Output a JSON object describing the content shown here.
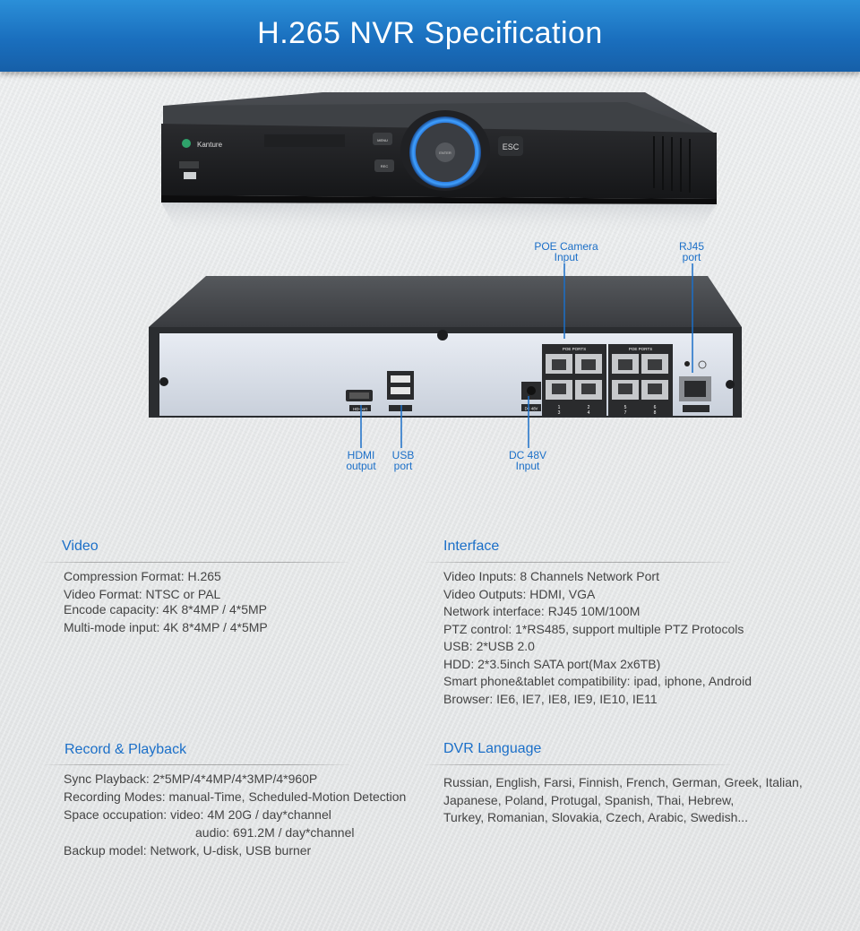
{
  "header": {
    "title": "H.265 NVR Specification"
  },
  "device": {
    "brand": "Kanture",
    "front_buttons": {
      "menu": "MENU",
      "rec": "REC",
      "enter": "ENTER",
      "esc": "ESC"
    },
    "rear_labels": {
      "poe_ports_left": "POE PORTS",
      "poe_ports_right": "POE PORTS",
      "hdmi_port": "HD-port",
      "dc": "DC 48V"
    },
    "port_numbers": [
      "1",
      "2",
      "3",
      "4",
      "5",
      "6",
      "7",
      "8"
    ]
  },
  "callouts": {
    "poe_line1": "POE Camera",
    "poe_line2": "Input",
    "rj45_line1": "RJ45",
    "rj45_line2": "port",
    "hdmi_line1": "HDMI",
    "hdmi_line2": "output",
    "usb_line1": "USB",
    "usb_line2": "port",
    "dc_line1": "DC 48V",
    "dc_line2": "Input"
  },
  "sections": {
    "video": {
      "title": "Video",
      "lines": [
        "Compression Format: H.265",
        "Video Format: NTSC or PAL",
        "Encode capacity: 4K 8*4MP / 4*5MP",
        "Multi-mode input: 4K 8*4MP / 4*5MP"
      ]
    },
    "interface": {
      "title": "Interface",
      "lines": [
        "Video Inputs: 8 Channels Network Port",
        "Video Outputs: HDMI, VGA",
        "Network interface: RJ45 10M/100M",
        "PTZ control: 1*RS485, support multiple PTZ Protocols",
        "USB: 2*USB 2.0",
        "HDD: 2*3.5inch SATA port(Max 2x6TB)",
        "Smart phone&tablet compatibility: ipad, iphone, Android",
        "Browser: IE6, IE7, IE8, IE9, IE10, IE11"
      ]
    },
    "record": {
      "title": "Record & Playback",
      "lines": [
        "Sync Playback: 2*5MP/4*4MP/4*3MP/4*960P",
        "Recording Modes: manual-Time, Scheduled-Motion Detection",
        "Space occupation: video: 4M 20G / day*channel",
        "audio: 691.2M / day*channel",
        "Backup model: Network, U-disk, USB burner"
      ]
    },
    "language": {
      "title": "DVR Language",
      "lines": [
        "Russian, English, Farsi, Finnish, French, German, Greek, Italian,",
        "Japanese, Poland, Protugal, Spanish, Thai, Hebrew,",
        "Turkey, Romanian, Slovakia, Czech, Arabic, Swedish..."
      ]
    }
  }
}
